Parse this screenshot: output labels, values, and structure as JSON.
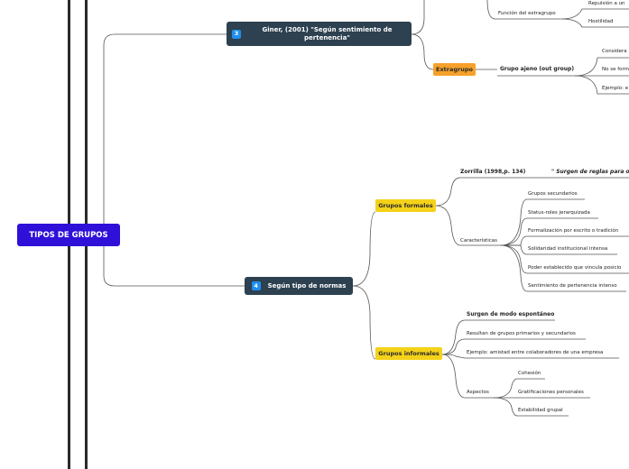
{
  "root": {
    "label": "TIPOS DE GRUPOS"
  },
  "branch_giner": {
    "badge": "3",
    "title": "Giner, (2001) \"Según sentimiento de pertenencia\"",
    "extragrupo": "Extragrupo",
    "funcion": "Función del extragrupo",
    "repulsion": "Repulsión a un",
    "hostilidad": "Hostilidad",
    "grupo_ajeno": "Grupo ajeno (out group)",
    "considera": "Considera",
    "no_se_form": "No se form",
    "ejemplo": "Ejemplo: e"
  },
  "branch_normas": {
    "badge": "4",
    "title": "Según tipo de normas",
    "formales": {
      "label": "Grupos formales",
      "zorrilla": "Zorrilla (1998,p. 134)",
      "quote": "\" Surgen de reglas para o",
      "caracteristicas": "Características",
      "items": [
        "Grupos secundarios",
        "Status-roles jerarquizada",
        "Formalización por escrito o tradición",
        "Solidaridad institucional intensa",
        "Poder establecido que vincula posicio",
        "Sentimiento de pertenencia intenso"
      ]
    },
    "informales": {
      "label": "Grupos informales",
      "surgen": "Surgen de modo espontáneo",
      "resultan": "Resultan de grupos primarios y secundarios",
      "ejemplo": "Ejemplo: amistad entre colaboradores de una empresa",
      "aspectos": "Aspectos",
      "items": [
        "Cohesión",
        "Gratificaciones personales",
        "Estabilidad grupal"
      ]
    }
  }
}
